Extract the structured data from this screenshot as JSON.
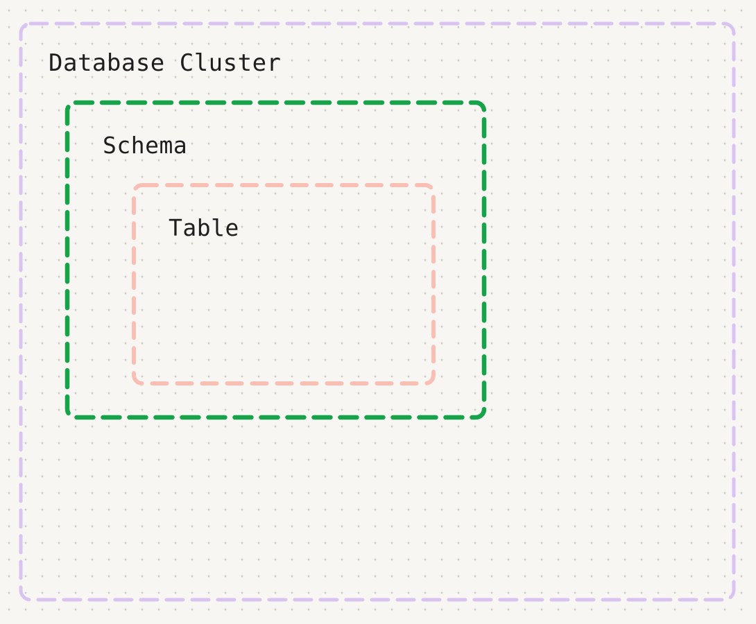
{
  "diagram": {
    "background": {
      "color": "#f7f6f3",
      "dot_color": "#cbc9c6"
    },
    "text_color": "#1e1e1e",
    "boxes": [
      {
        "id": "database-cluster",
        "label": "Database Cluster",
        "color": "#d9c3f0"
      },
      {
        "id": "schema",
        "label": "Schema",
        "color": "#16a34a"
      },
      {
        "id": "table",
        "label": "Table",
        "color": "#f9bfb4"
      }
    ]
  }
}
